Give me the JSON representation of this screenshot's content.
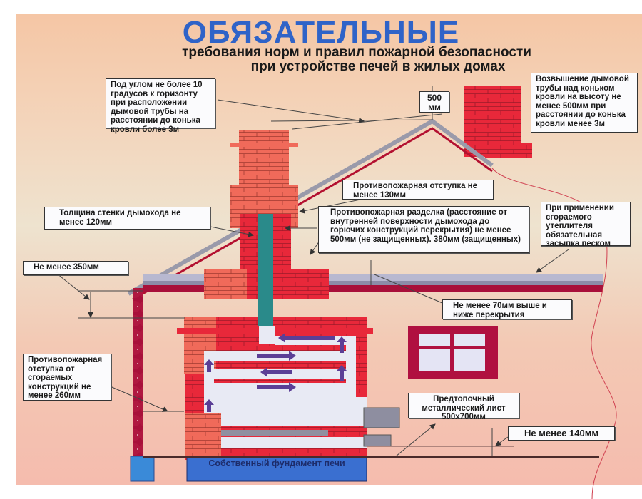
{
  "header": {
    "title": "ОБЯЗАТЕЛЬНЫЕ",
    "subtitle_line1": "требования норм и правил пожарной безопасности",
    "subtitle_line2": "при устройстве печей в жилых домах"
  },
  "labels": {
    "roof_angle": "Под углом не более 10 градусов к горизонту при расположении дымовой трубы на расстоянии до конька кровли более 3м",
    "ridge_height": "500 мм",
    "chimney_elevation": "Возвышение дымовой трубы над коньком кровли на высоту не менее 500мм при расстоянии до конька кровли менее 3м",
    "fire_offset_130": "Противопожарная отступка не менее 130мм",
    "wall_thickness": "Толщина стенки дымохода не менее 120мм",
    "fire_cut": "Противопожарная разделка (расстояние от внутренней поверхности дымохода до горючих конструкций перекрытия) не менее 500мм (не защищенных). 380мм (защищенных)",
    "insulation": "При применении сгораемого утеплителя обязательная засыпка песком",
    "min_350": "Не менее 350мм",
    "above_below_70": "Не менее 70мм выше и ниже перекрытия",
    "fire_offset_260": "Противопожарная отступка от сгораемых конструкций не менее 260мм",
    "pre_furnace_sheet": "Предтопочный металлический лист 500х700мм",
    "min_140": "Не менее 140мм",
    "foundation": "Собственный фундамент печи"
  },
  "colors": {
    "title_blue": "#2f63c8",
    "brick_red": "#e8283a",
    "brick_light": "#f06a5a",
    "flue_teal": "#2a8a8a",
    "log_wall": "#a8103a",
    "roof_gray": "#9a9aaa",
    "foundation_blue": "#3a6fd0",
    "smoke_arrow": "#5b3f96"
  }
}
